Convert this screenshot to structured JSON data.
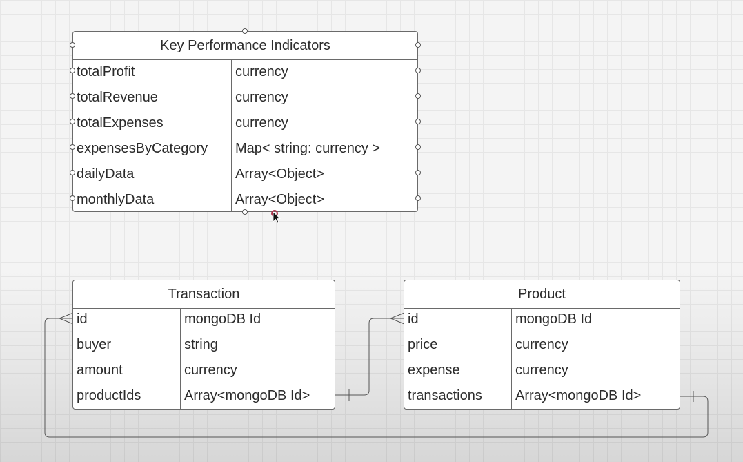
{
  "kpi": {
    "title": "Key Performance Indicators",
    "fields": [
      {
        "name": "totalProfit",
        "type": "currency"
      },
      {
        "name": "totalRevenue",
        "type": "currency"
      },
      {
        "name": "totalExpenses",
        "type": "currency"
      },
      {
        "name": "expensesByCategory",
        "type": "Map< string: currency >"
      },
      {
        "name": "dailyData",
        "type": "Array<Object>"
      },
      {
        "name": "monthlyData",
        "type": "Array<Object>"
      }
    ]
  },
  "transaction": {
    "title": "Transaction",
    "fields": [
      {
        "name": "id",
        "type": "mongoDB Id"
      },
      {
        "name": "buyer",
        "type": "string"
      },
      {
        "name": "amount",
        "type": "currency"
      },
      {
        "name": "productIds",
        "type": "Array<mongoDB Id>"
      }
    ]
  },
  "product": {
    "title": "Product",
    "fields": [
      {
        "name": "id",
        "type": "mongoDB Id"
      },
      {
        "name": "price",
        "type": "currency"
      },
      {
        "name": "expense",
        "type": "currency"
      },
      {
        "name": "transactions",
        "type": "Array<mongoDB Id>"
      }
    ]
  },
  "colors": {
    "border": "#6a6a6a",
    "text": "#2b2b2b",
    "line": "#555555",
    "cursor_dot": "#b0304a"
  }
}
